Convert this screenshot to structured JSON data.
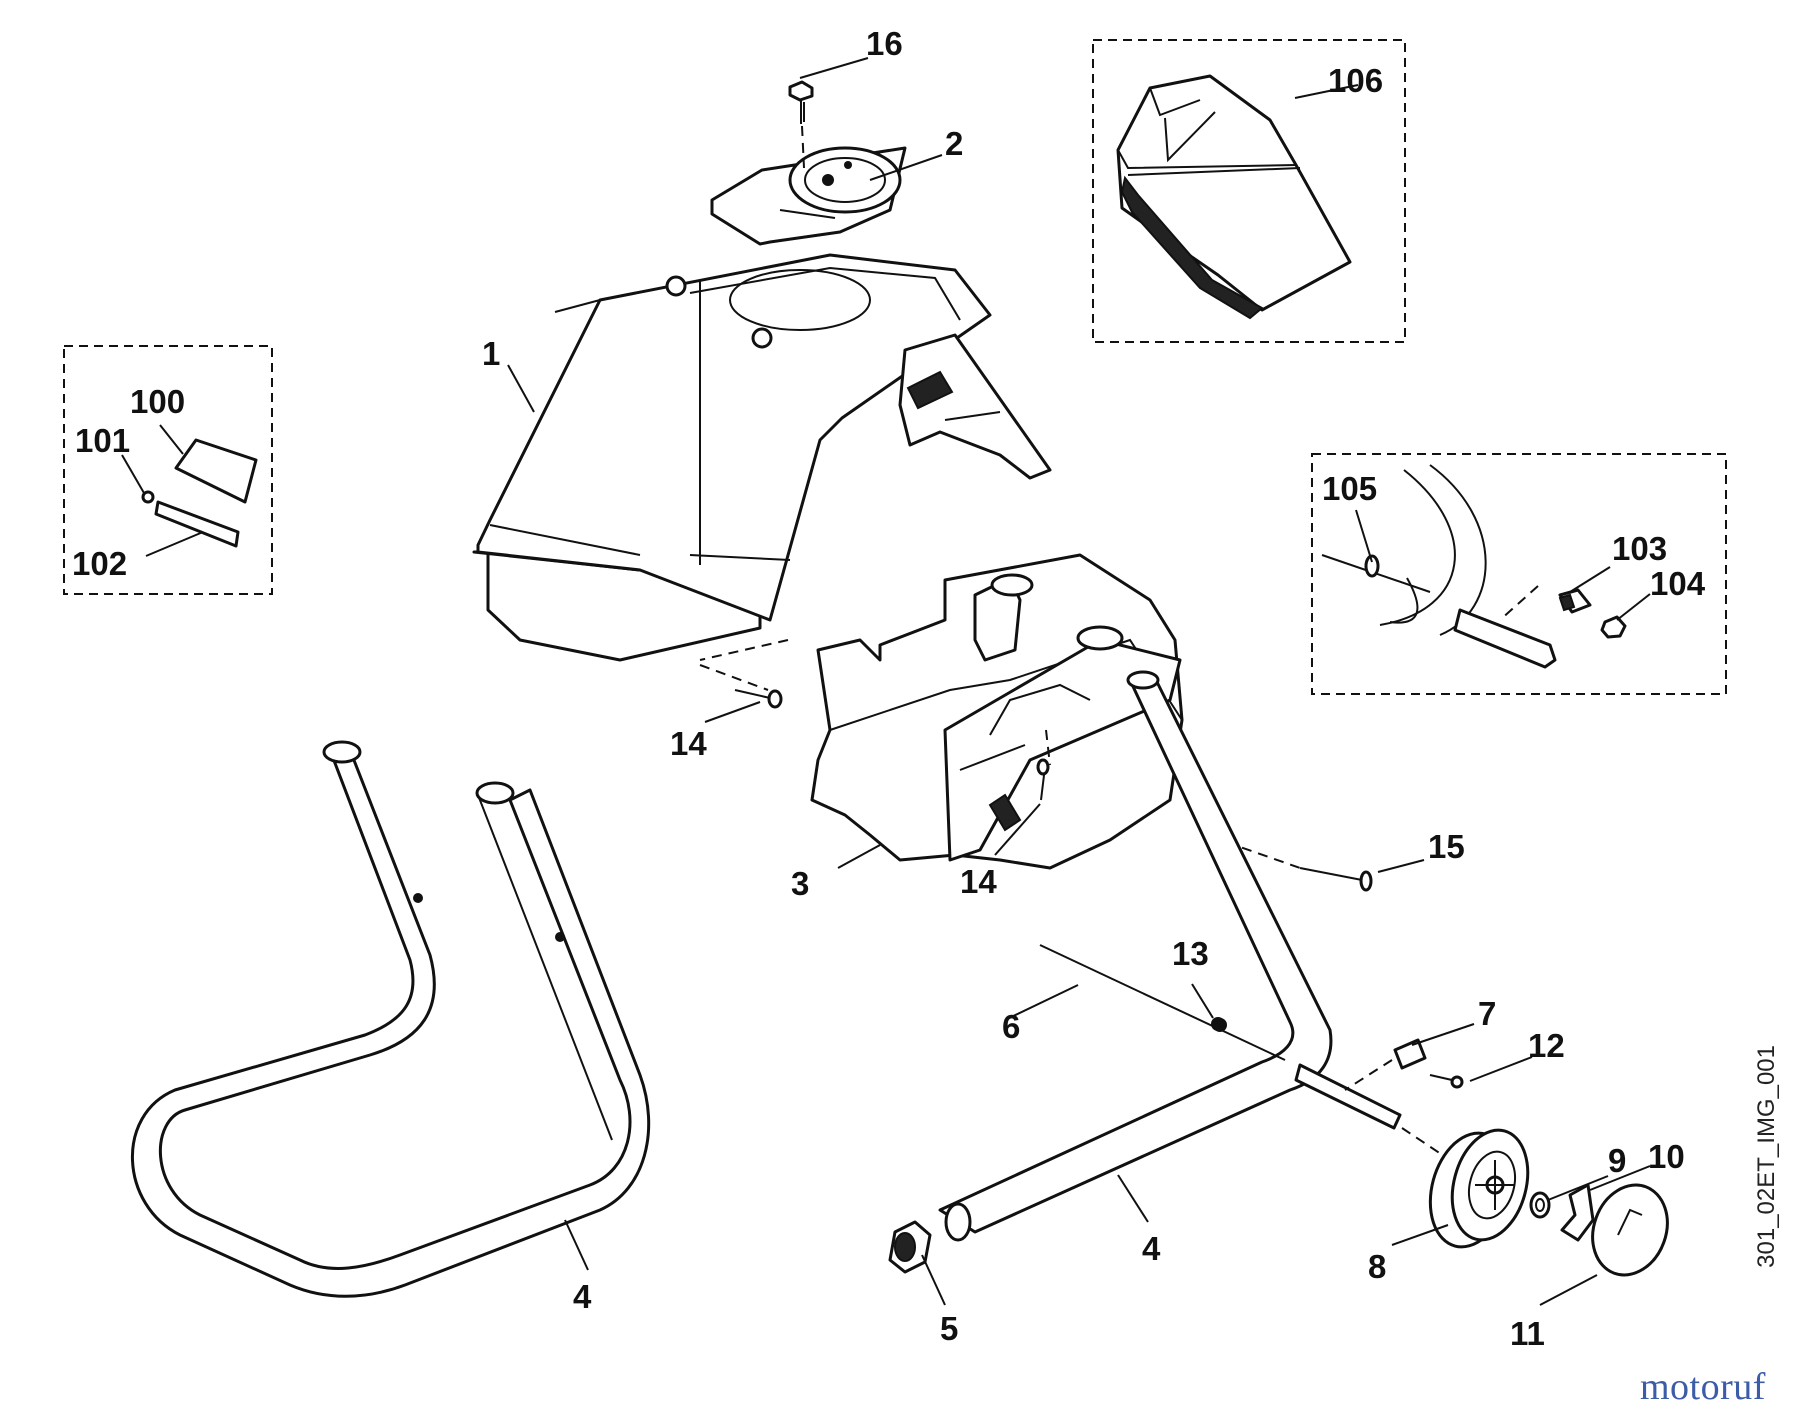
{
  "drawing_ref": "301_02ET_IMG_001",
  "watermark": {
    "text": "motoruf",
    "color": "#3d5ca8"
  },
  "callouts": [
    {
      "id": "c1",
      "label": "1"
    },
    {
      "id": "c2",
      "label": "2"
    },
    {
      "id": "c3",
      "label": "3"
    },
    {
      "id": "c4a",
      "label": "4"
    },
    {
      "id": "c4b",
      "label": "4"
    },
    {
      "id": "c5",
      "label": "5"
    },
    {
      "id": "c6",
      "label": "6"
    },
    {
      "id": "c7",
      "label": "7"
    },
    {
      "id": "c8",
      "label": "8"
    },
    {
      "id": "c9",
      "label": "9"
    },
    {
      "id": "c10",
      "label": "10"
    },
    {
      "id": "c11",
      "label": "11"
    },
    {
      "id": "c12",
      "label": "12"
    },
    {
      "id": "c13",
      "label": "13"
    },
    {
      "id": "c14a",
      "label": "14"
    },
    {
      "id": "c14b",
      "label": "14"
    },
    {
      "id": "c15",
      "label": "15"
    },
    {
      "id": "c16",
      "label": "16"
    },
    {
      "id": "c100",
      "label": "100"
    },
    {
      "id": "c101",
      "label": "101"
    },
    {
      "id": "c102",
      "label": "102"
    },
    {
      "id": "c103",
      "label": "103"
    },
    {
      "id": "c104",
      "label": "104"
    },
    {
      "id": "c105",
      "label": "105"
    },
    {
      "id": "c106",
      "label": "106"
    }
  ]
}
